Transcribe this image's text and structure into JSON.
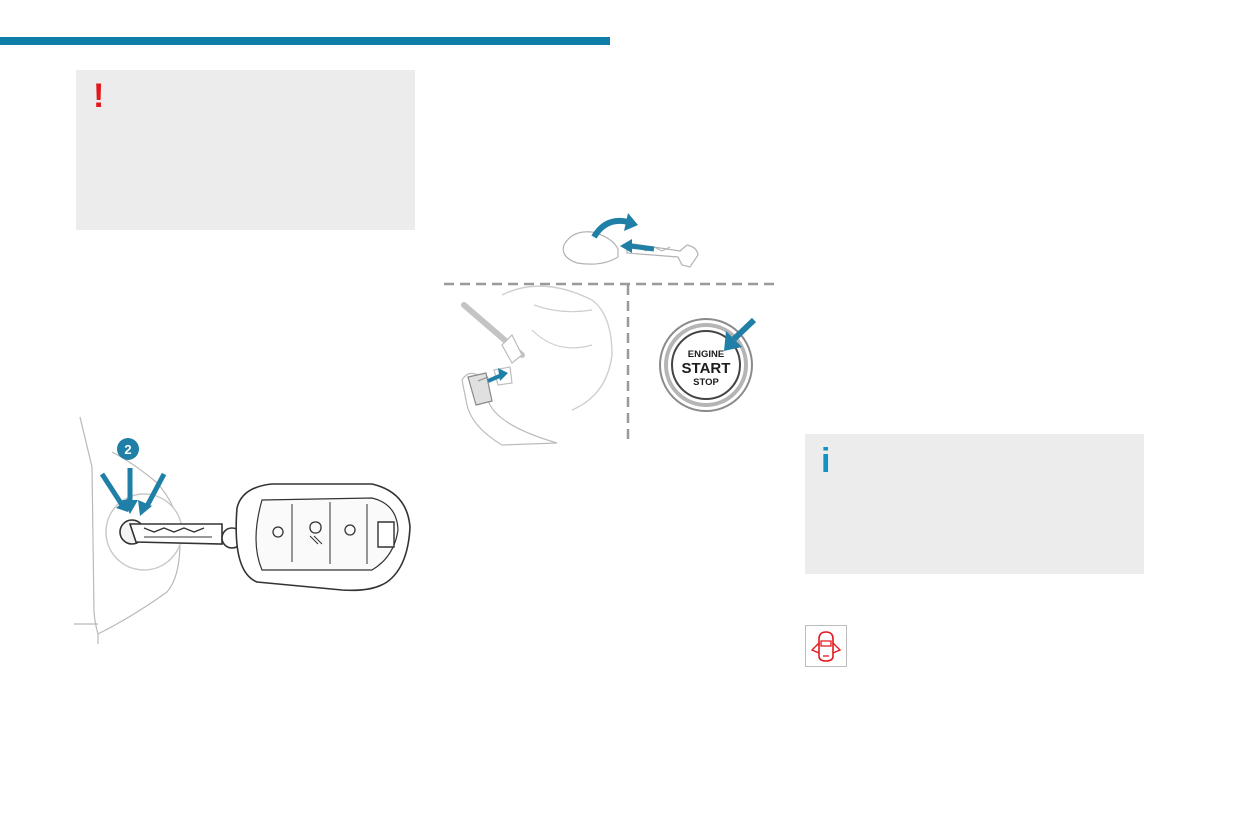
{
  "warning_box": {
    "glyph": "!"
  },
  "info_box": {
    "glyph": "i"
  },
  "key_figure": {
    "step_badge": "2"
  },
  "start_figure": {
    "button_line1": "ENGINE",
    "button_line2": "START",
    "button_line3": "STOP"
  },
  "icons": {
    "warning": "exclamation-icon",
    "info": "info-icon",
    "door": "door-open-warning-icon"
  },
  "colors": {
    "header_rule": "#0f7ea6",
    "warning": "#e1191e",
    "info": "#1192c6",
    "box_bg": "#ececec",
    "arrow": "#1f7fa6"
  }
}
